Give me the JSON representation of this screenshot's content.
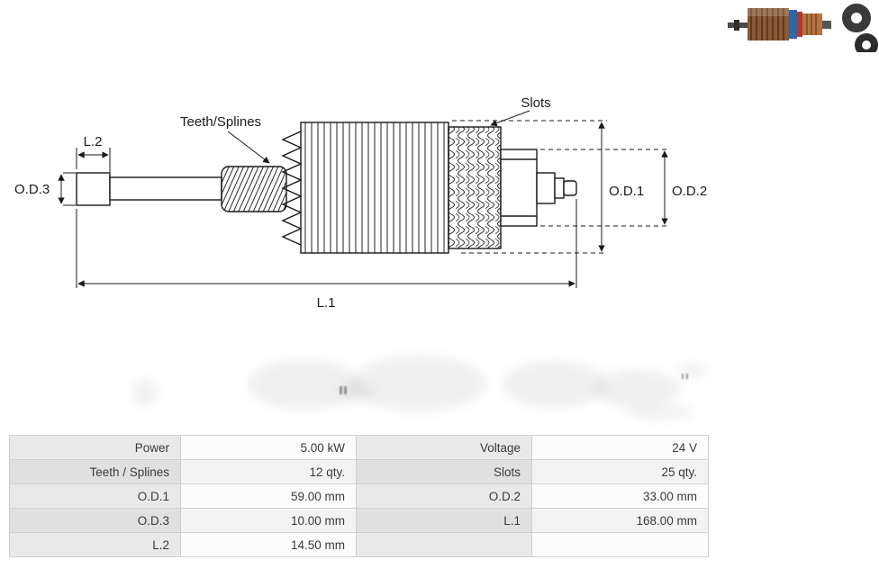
{
  "diagram": {
    "labels": {
      "teeth_splines": "Teeth/Splines",
      "slots": "Slots",
      "l2": "L.2",
      "od3": "O.D.3",
      "od1": "O.D.1",
      "od2": "O.D.2",
      "l1": "L.1"
    }
  },
  "table": {
    "rows": [
      {
        "c0": "Power",
        "c1": "5.00 kW",
        "c2": "Voltage",
        "c3": "24 V"
      },
      {
        "c0": "Teeth / Splines",
        "c1": "12 qty.",
        "c2": "Slots",
        "c3": "25 qty."
      },
      {
        "c0": "O.D.1",
        "c1": "59.00 mm",
        "c2": "O.D.2",
        "c3": "33.00 mm"
      },
      {
        "c0": "O.D.3",
        "c1": "10.00 mm",
        "c2": "L.1",
        "c3": "168.00 mm"
      },
      {
        "c0": "L.2",
        "c1": "14.50 mm",
        "c2": "",
        "c3": ""
      }
    ]
  },
  "colors": {
    "diagram_line": "#1a1a1a",
    "table_label_bg": "#e9e9e9",
    "table_value_bg": "#fcfcfc"
  }
}
